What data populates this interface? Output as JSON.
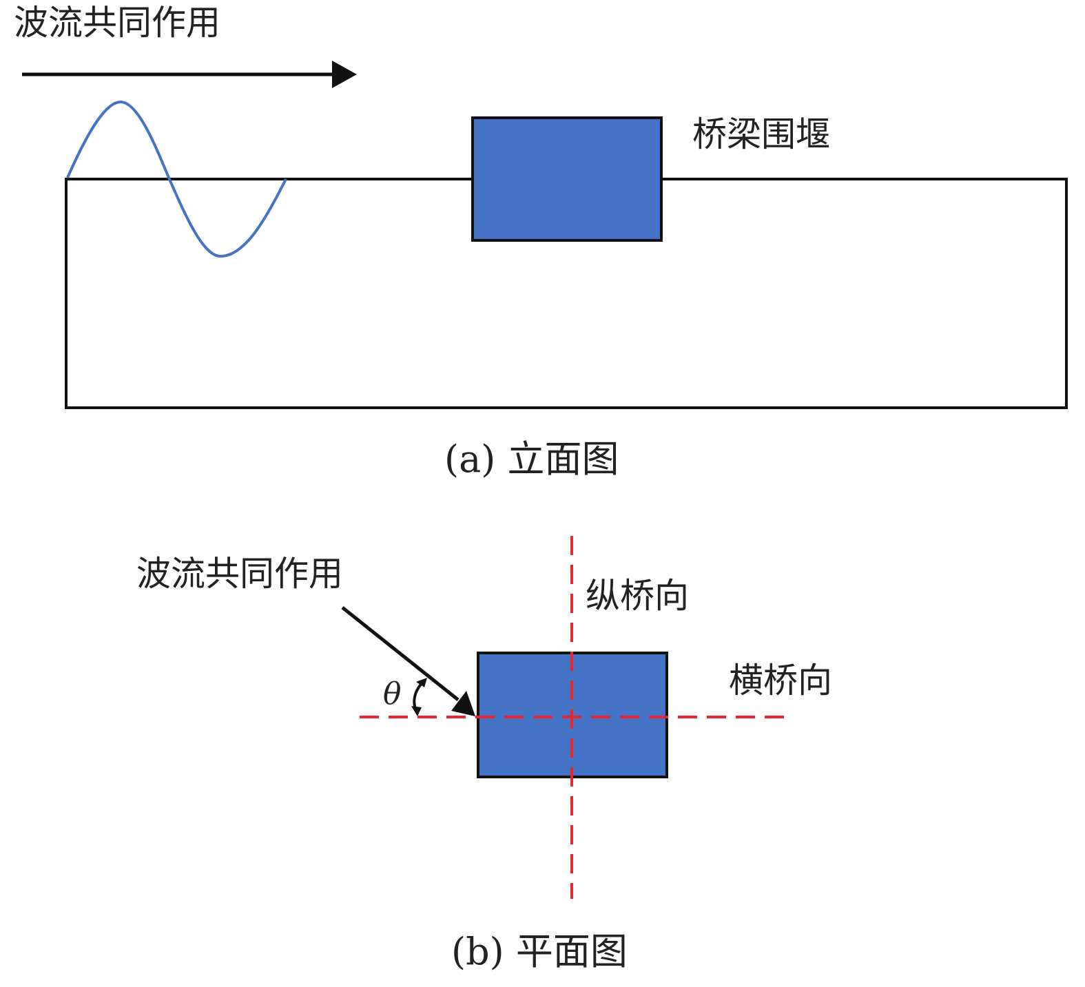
{
  "elevation": {
    "load_label": "波流共同作用",
    "structure_label": "桥梁围堰",
    "caption": "(a) 立面图"
  },
  "plan": {
    "load_label": "波流共同作用",
    "longitudinal_label": "纵桥向",
    "transverse_label": "横桥向",
    "angle_label": "θ",
    "caption": "(b) 平面图"
  },
  "colors": {
    "cofferdam": "#4472C4",
    "wave": "#4472C4",
    "axis": "#E8262D",
    "line": "#111111"
  }
}
